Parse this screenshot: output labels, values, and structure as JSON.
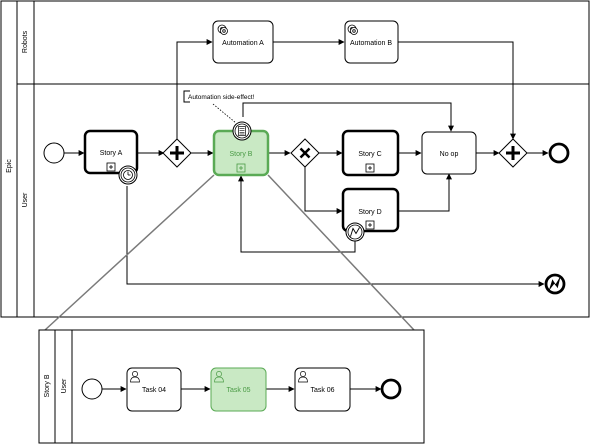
{
  "pool": {
    "label": "Epic"
  },
  "lanes": {
    "robots": "Robots",
    "user": "User"
  },
  "tasks": {
    "automation_a": "Automation A",
    "automation_b": "Automation B",
    "story_a": "Story A",
    "story_b": "Story B",
    "story_c": "Story C",
    "story_d": "Story D",
    "no_op": "No op"
  },
  "annotation": "Automation side-effect!",
  "subprocess": {
    "pool_label": "Story B",
    "lane_label": "User",
    "tasks": {
      "task_04": "Task 04",
      "task_05": "Task 05",
      "task_06": "Task 06"
    }
  },
  "colors": {
    "highlight_fill": "#c9e9c4",
    "highlight_stroke": "#5aaa55",
    "highlight_text": "#4a9a45"
  }
}
